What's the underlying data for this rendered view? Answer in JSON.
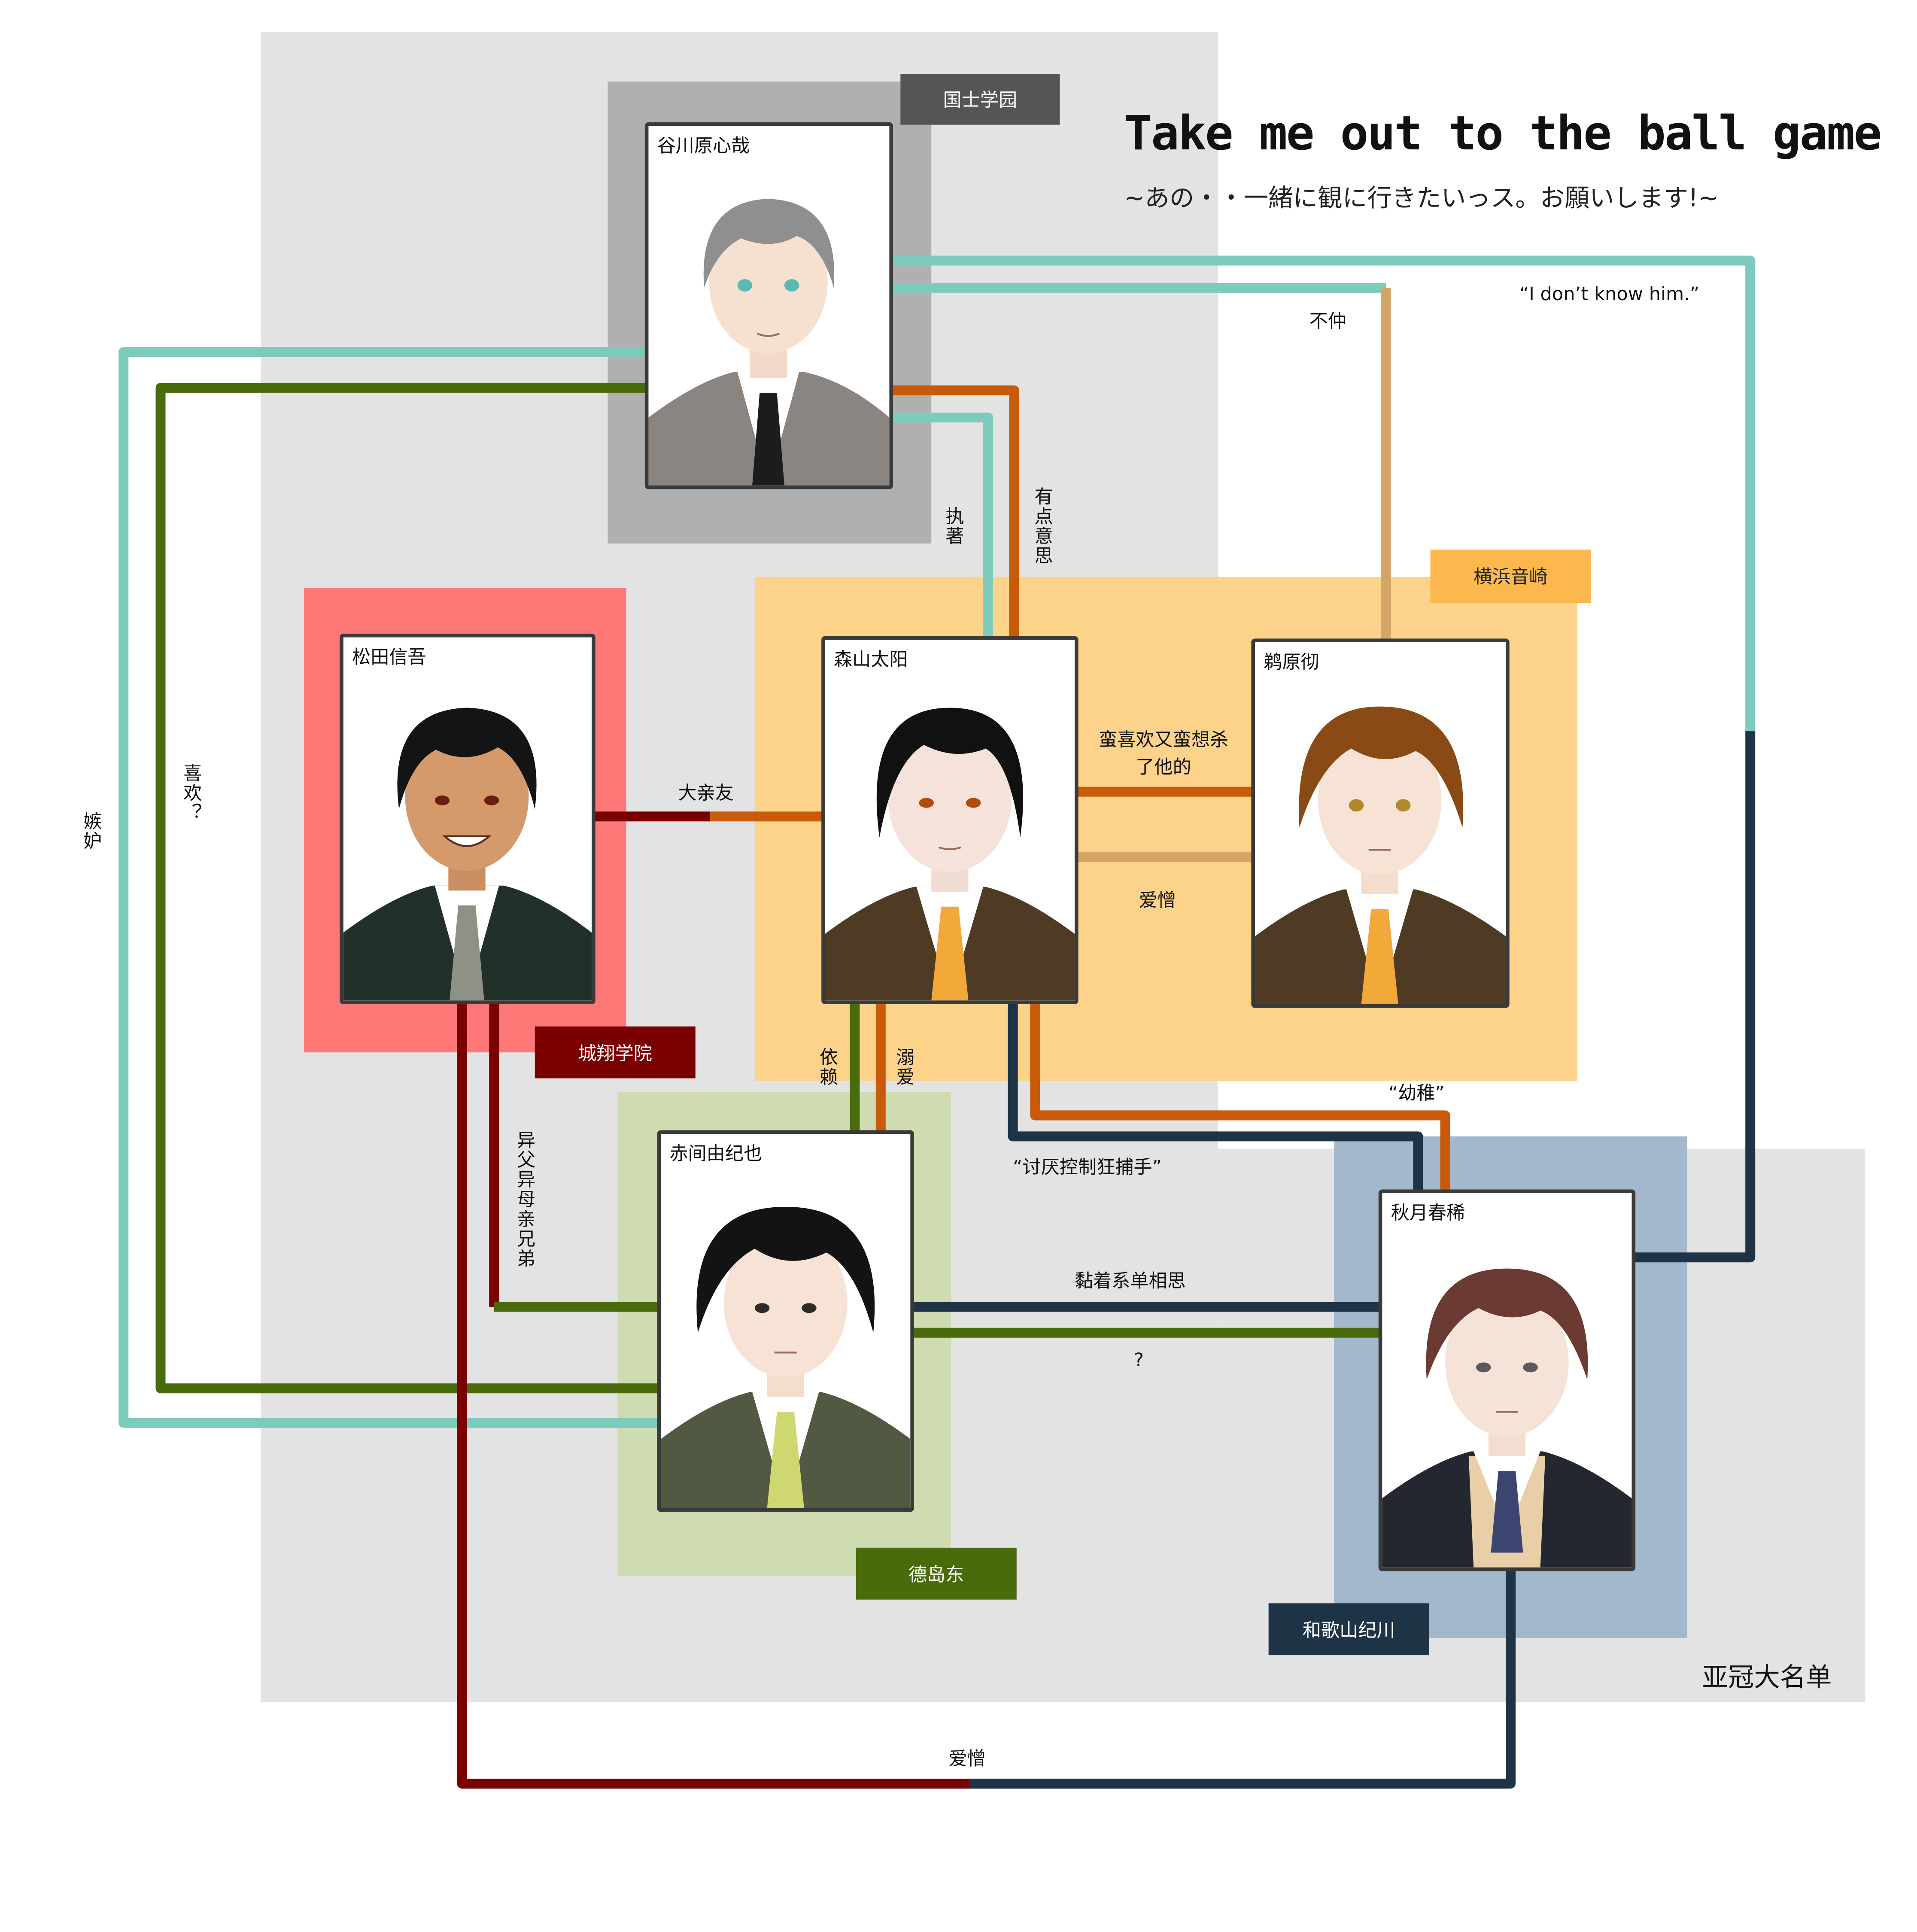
{
  "title": "Take me out to the ball game",
  "subtitle": "~あの・・一緒に観に行きたいっス。お願いします!~",
  "roster_label": "亚冠大名单",
  "schools": {
    "kokushi": "国士学园",
    "yokohama": "横浜音崎",
    "josho": "城翔学院",
    "tokushima": "德岛东",
    "wakayama": "和歌山纪川"
  },
  "characters": {
    "hasegawara": "谷川原心哉",
    "matsuda": "松田信吾",
    "moriyama": "森山太阳",
    "uhara": "鹈原彻",
    "akama": "赤间由纪也",
    "akizuki": "秋月春稀"
  },
  "relations": {
    "dont_know": "“I don’t know him.”",
    "fuchuu": "不仲",
    "shuuchaku": "执著",
    "yuten_yisi": "有点意思",
    "da_qinyou": "大亲友",
    "xihuan": "喜欢？",
    "jidu": "嫉妒",
    "man_xihuan": "蛮喜欢又蛮想杀了他的",
    "aizeng_1": "爱憎",
    "yilai": "依赖",
    "niai": "溺爱",
    "yifu_yimu": "异父异母亲兄弟",
    "youzhi": "“幼稚”",
    "taoyan": "“讨厌控制狂捕手”",
    "nianzhuo": "黏着系单相思",
    "question": "?",
    "aizeng_2": "爱憎"
  },
  "colors": {
    "kokushi": "#7dcbbd",
    "kokushi_zone": "#b0b0b0",
    "yokohama": "#d4a565",
    "yokohama_zone": "#fdd28a",
    "yokohama_tag": "#fcb84e",
    "josho": "#7a0000",
    "josho_zone": "#ff7878",
    "tokushima": "#4a6b0c",
    "tokushima_zone": "#cfdbb0",
    "wakayama": "#1f3347",
    "wakayama_zone": "#a4b8cd",
    "moriyama": "#c85a0a",
    "roster_bg": "#e3e3e3"
  },
  "icons": {
    "portrait": "character-portrait-icon"
  }
}
